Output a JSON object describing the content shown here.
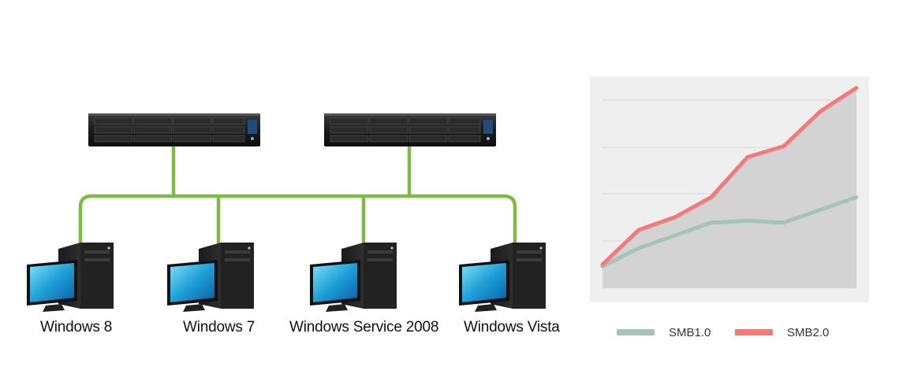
{
  "clients": [
    {
      "label": "Windows 8"
    },
    {
      "label": "Windows 7"
    },
    {
      "label": "Windows Service 2008"
    },
    {
      "label": "Windows Vista"
    }
  ],
  "colors": {
    "network_line": "#7dbb42",
    "smb1": "#a5c4b8",
    "smb2": "#f27a78",
    "chart_bg": "#efefef",
    "area_fill": "#d3d3d3"
  },
  "chart_data": {
    "type": "line",
    "x": [
      0,
      1,
      2,
      3,
      4,
      5,
      6,
      7
    ],
    "series": [
      {
        "name": "SMB1.0",
        "color": "#a5c4b8",
        "values": [
          12,
          22,
          29,
          36,
          37,
          36,
          43,
          50
        ]
      },
      {
        "name": "SMB2.0",
        "color": "#f27a78",
        "values": [
          13,
          32,
          39,
          50,
          72,
          78,
          97,
          110
        ]
      }
    ],
    "ylim": [
      0,
      115
    ],
    "grid": true,
    "legend": "bottom",
    "title": "",
    "xlabel": "",
    "ylabel": ""
  }
}
